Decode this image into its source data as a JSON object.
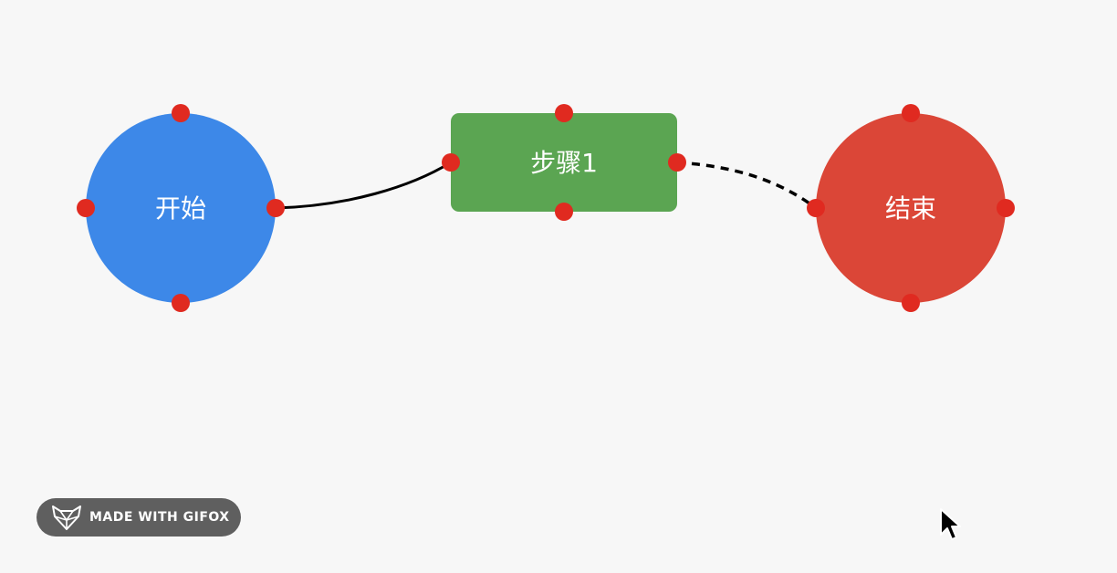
{
  "diagram": {
    "nodes": [
      {
        "id": "start",
        "shape": "circle",
        "label": "开始",
        "color": "#3d88e8"
      },
      {
        "id": "step1",
        "shape": "rectangle",
        "label": "步骤1",
        "color": "#5ba552"
      },
      {
        "id": "end",
        "shape": "circle",
        "label": "结束",
        "color": "#db4637"
      }
    ],
    "edges": [
      {
        "from": "start",
        "to": "step1",
        "style": "solid",
        "color": "#000000"
      },
      {
        "from": "step1",
        "to": "end",
        "style": "dashed",
        "color": "#000000"
      }
    ],
    "anchor_color": "#e02a20"
  },
  "badge": {
    "text": "MADE WITH GIFOX",
    "icon": "fox-icon"
  },
  "cursor": {
    "icon": "mouse-pointer-icon"
  }
}
